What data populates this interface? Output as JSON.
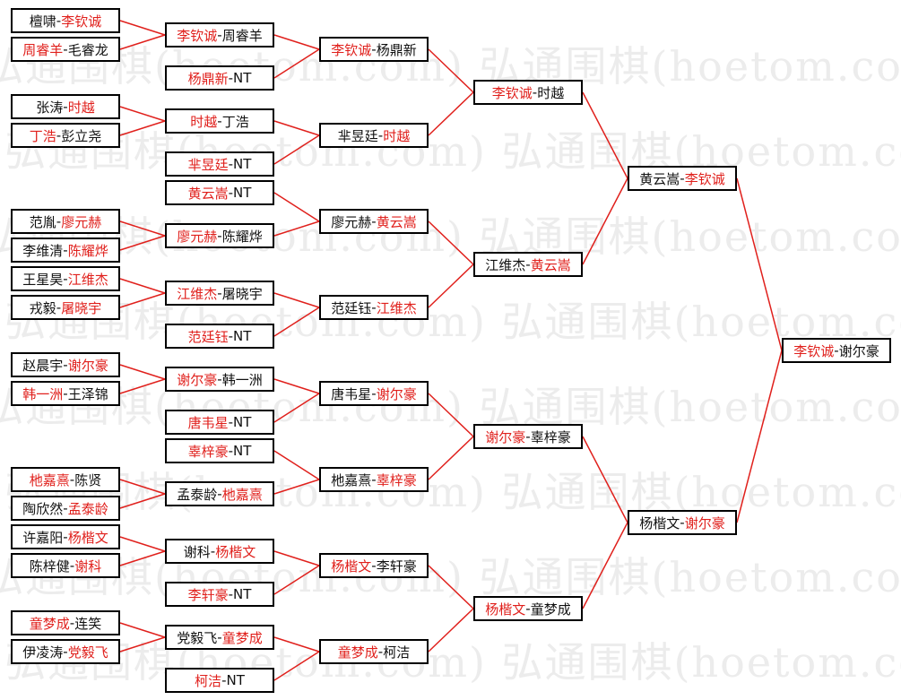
{
  "colors": {
    "winner": "#e0201c",
    "line": "#e0201c",
    "box_border": "#000000",
    "watermark": "#ececec"
  },
  "watermark": {
    "text": "弘通围棋(hoetom.com) 弘通围棋(hoetom.com)"
  },
  "rounds": [
    {
      "name": "round-1",
      "matches": [
        {
          "a": "檀啸",
          "b": "李钦诚",
          "w": "b"
        },
        {
          "a": "周睿羊",
          "b": "毛睿龙",
          "w": "a"
        },
        {
          "a": "张涛",
          "b": "时越",
          "w": "b"
        },
        {
          "a": "丁浩",
          "b": "彭立尧",
          "w": "a"
        },
        {
          "a": "范胤",
          "b": "廖元赫",
          "w": "b"
        },
        {
          "a": "李维清",
          "b": "陈耀烨",
          "w": "b"
        },
        {
          "a": "王星昊",
          "b": "江维杰",
          "w": "b"
        },
        {
          "a": "戎毅",
          "b": "屠晓宇",
          "w": "b"
        },
        {
          "a": "赵晨宇",
          "b": "谢尔豪",
          "w": "b"
        },
        {
          "a": "韩一洲",
          "b": "王泽锦",
          "w": "a"
        },
        {
          "a": "杝嘉熹",
          "b": "陈贤",
          "w": "a"
        },
        {
          "a": "陶欣然",
          "b": "孟泰龄",
          "w": "b"
        },
        {
          "a": "许嘉阳",
          "b": "杨楷文",
          "w": "b"
        },
        {
          "a": "陈梓健",
          "b": "谢科",
          "w": "b"
        },
        {
          "a": "童梦成",
          "b": "连笑",
          "w": "a"
        },
        {
          "a": "伊凌涛",
          "b": "党毅飞",
          "w": "b"
        }
      ]
    },
    {
      "name": "round-2",
      "matches": [
        {
          "a": "李钦诚",
          "b": "周睿羊",
          "w": "a"
        },
        {
          "a": "杨鼎新",
          "b": "NT",
          "w": "a"
        },
        {
          "a": "时越",
          "b": "丁浩",
          "w": "a"
        },
        {
          "a": "芈昱廷",
          "b": "NT",
          "w": "a"
        },
        {
          "a": "黄云嵩",
          "b": "NT",
          "w": "a"
        },
        {
          "a": "廖元赫",
          "b": "陈耀烨",
          "w": "a"
        },
        {
          "a": "江维杰",
          "b": "屠晓宇",
          "w": "a"
        },
        {
          "a": "范廷钰",
          "b": "NT",
          "w": "a"
        },
        {
          "a": "谢尔豪",
          "b": "韩一洲",
          "w": "a"
        },
        {
          "a": "唐韦星",
          "b": "NT",
          "w": "a"
        },
        {
          "a": "辜梓豪",
          "b": "NT",
          "w": "a"
        },
        {
          "a": "孟泰龄",
          "b": "杝嘉熹",
          "w": "b"
        },
        {
          "a": "谢科",
          "b": "杨楷文",
          "w": "b"
        },
        {
          "a": "李轩豪",
          "b": "NT",
          "w": "a"
        },
        {
          "a": "党毅飞",
          "b": "童梦成",
          "w": "b"
        },
        {
          "a": "柯洁",
          "b": "NT",
          "w": "a"
        }
      ]
    },
    {
      "name": "round-3",
      "matches": [
        {
          "a": "李钦诚",
          "b": "杨鼎新",
          "w": "a"
        },
        {
          "a": "芈昱廷",
          "b": "时越",
          "w": "b"
        },
        {
          "a": "廖元赫",
          "b": "黄云嵩",
          "w": "b"
        },
        {
          "a": "范廷钰",
          "b": "江维杰",
          "w": "b"
        },
        {
          "a": "唐韦星",
          "b": "谢尔豪",
          "w": "b"
        },
        {
          "a": "杝嘉熹",
          "b": "辜梓豪",
          "w": "b"
        },
        {
          "a": "杨楷文",
          "b": "李轩豪",
          "w": "a"
        },
        {
          "a": "童梦成",
          "b": "柯洁",
          "w": "a"
        }
      ]
    },
    {
      "name": "round-4",
      "matches": [
        {
          "a": "李钦诚",
          "b": "时越",
          "w": "a"
        },
        {
          "a": "江维杰",
          "b": "黄云嵩",
          "w": "b"
        },
        {
          "a": "谢尔豪",
          "b": "辜梓豪",
          "w": "a"
        },
        {
          "a": "杨楷文",
          "b": "童梦成",
          "w": "a"
        }
      ]
    },
    {
      "name": "round-5",
      "matches": [
        {
          "a": "黄云嵩",
          "b": "李钦诚",
          "w": "b"
        },
        {
          "a": "杨楷文",
          "b": "谢尔豪",
          "w": "b"
        }
      ]
    },
    {
      "name": "round-6",
      "matches": [
        {
          "a": "李钦诚",
          "b": "谢尔豪",
          "w": "a"
        }
      ]
    }
  ]
}
